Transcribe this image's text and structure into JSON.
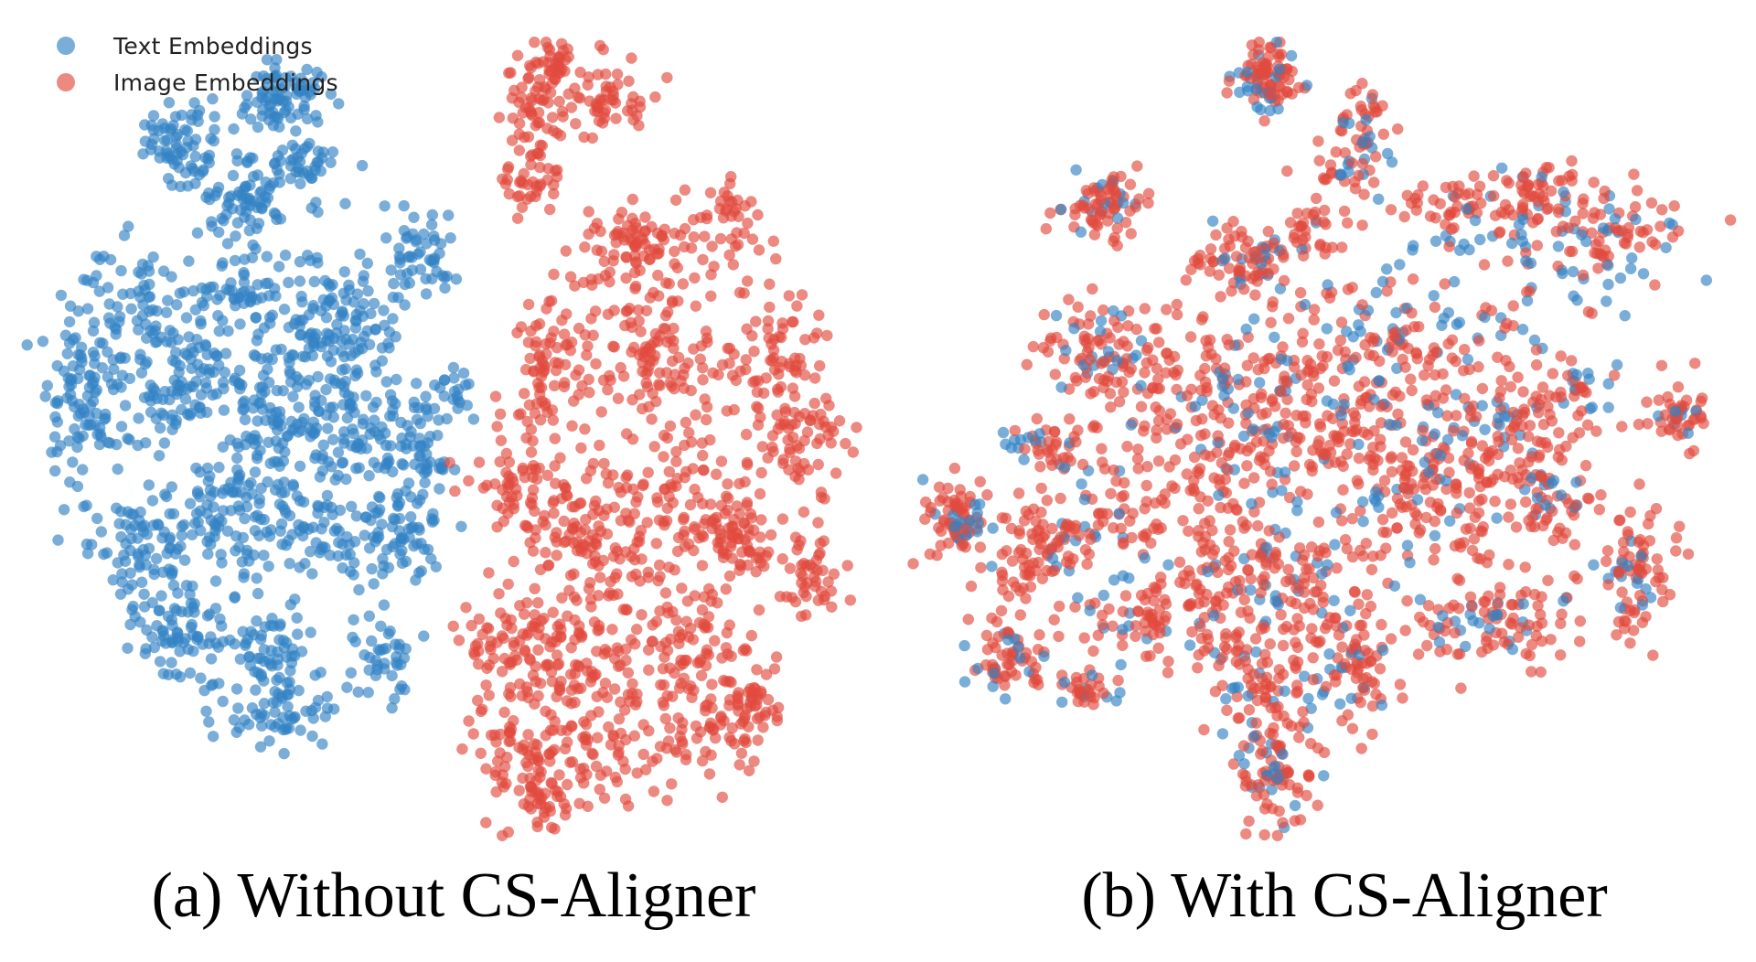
{
  "legend": {
    "items": [
      {
        "label": "Text Embeddings",
        "color": "#3282c4"
      },
      {
        "label": "Image Embeddings",
        "color": "#e24a3e"
      }
    ]
  },
  "captions": {
    "a": "(a) Without CS-Aligner",
    "b": "(b) With CS-Aligner"
  },
  "chart_data": [
    {
      "type": "scatter",
      "title": "(a) Without CS-Aligner",
      "xlabel": "",
      "ylabel": "",
      "axes_visible": false,
      "grid": false,
      "legend_position": "top-left",
      "point_alpha": 0.65,
      "series": [
        {
          "name": "Text Embeddings",
          "color": "#3282c4",
          "clusters": [
            {
              "cx": 200,
              "cy": 160,
              "sx": 20,
              "sy": 26,
              "n": 70
            },
            {
              "cx": 310,
              "cy": 110,
              "sx": 26,
              "sy": 22,
              "n": 80
            },
            {
              "cx": 265,
              "cy": 220,
              "sx": 24,
              "sy": 20,
              "n": 70
            },
            {
              "cx": 340,
              "cy": 185,
              "sx": 22,
              "sy": 18,
              "n": 40
            },
            {
              "cx": 460,
              "cy": 280,
              "sx": 20,
              "sy": 26,
              "n": 55
            },
            {
              "cx": 85,
              "cy": 430,
              "sx": 22,
              "sy": 46,
              "n": 90
            },
            {
              "cx": 140,
              "cy": 330,
              "sx": 28,
              "sy": 30,
              "n": 55
            },
            {
              "cx": 270,
              "cy": 320,
              "sx": 40,
              "sy": 34,
              "n": 90
            },
            {
              "cx": 370,
              "cy": 360,
              "sx": 34,
              "sy": 30,
              "n": 80
            },
            {
              "cx": 180,
              "cy": 420,
              "sx": 44,
              "sy": 40,
              "n": 110
            },
            {
              "cx": 310,
              "cy": 450,
              "sx": 50,
              "sy": 48,
              "n": 160
            },
            {
              "cx": 420,
              "cy": 470,
              "sx": 34,
              "sy": 44,
              "n": 90
            },
            {
              "cx": 155,
              "cy": 605,
              "sx": 26,
              "sy": 30,
              "n": 75
            },
            {
              "cx": 250,
              "cy": 560,
              "sx": 40,
              "sy": 40,
              "n": 110
            },
            {
              "cx": 360,
              "cy": 580,
              "sx": 34,
              "sy": 36,
              "n": 80
            },
            {
              "cx": 440,
              "cy": 580,
              "sx": 24,
              "sy": 26,
              "n": 50
            },
            {
              "cx": 195,
              "cy": 695,
              "sx": 26,
              "sy": 22,
              "n": 70
            },
            {
              "cx": 290,
              "cy": 705,
              "sx": 20,
              "sy": 20,
              "n": 45
            },
            {
              "cx": 300,
              "cy": 770,
              "sx": 36,
              "sy": 30,
              "n": 75
            },
            {
              "cx": 420,
              "cy": 720,
              "sx": 18,
              "sy": 22,
              "n": 40
            },
            {
              "cx": 500,
              "cy": 425,
              "sx": 10,
              "sy": 12,
              "n": 20
            },
            {
              "cx": 465,
              "cy": 505,
              "sx": 16,
              "sy": 18,
              "n": 30
            }
          ]
        },
        {
          "name": "Image Embeddings",
          "color": "#e24a3e",
          "clusters": [
            {
              "cx": 580,
              "cy": 120,
              "sx": 18,
              "sy": 24,
              "n": 50
            },
            {
              "cx": 605,
              "cy": 70,
              "sx": 12,
              "sy": 14,
              "n": 30
            },
            {
              "cx": 670,
              "cy": 110,
              "sx": 26,
              "sy": 26,
              "n": 55
            },
            {
              "cx": 580,
              "cy": 195,
              "sx": 22,
              "sy": 20,
              "n": 40
            },
            {
              "cx": 690,
              "cy": 265,
              "sx": 30,
              "sy": 22,
              "n": 65
            },
            {
              "cx": 790,
              "cy": 250,
              "sx": 20,
              "sy": 26,
              "n": 50
            },
            {
              "cx": 600,
              "cy": 390,
              "sx": 26,
              "sy": 48,
              "n": 80
            },
            {
              "cx": 720,
              "cy": 380,
              "sx": 46,
              "sy": 50,
              "n": 130
            },
            {
              "cx": 850,
              "cy": 390,
              "sx": 26,
              "sy": 42,
              "n": 70
            },
            {
              "cx": 880,
              "cy": 480,
              "sx": 22,
              "sy": 28,
              "n": 60
            },
            {
              "cx": 560,
              "cy": 540,
              "sx": 22,
              "sy": 40,
              "n": 60
            },
            {
              "cx": 650,
              "cy": 570,
              "sx": 38,
              "sy": 40,
              "n": 110
            },
            {
              "cx": 760,
              "cy": 560,
              "sx": 40,
              "sy": 46,
              "n": 110
            },
            {
              "cx": 810,
              "cy": 590,
              "sx": 18,
              "sy": 20,
              "n": 40
            },
            {
              "cx": 885,
              "cy": 630,
              "sx": 16,
              "sy": 22,
              "n": 45
            },
            {
              "cx": 540,
              "cy": 700,
              "sx": 20,
              "sy": 22,
              "n": 35
            },
            {
              "cx": 620,
              "cy": 700,
              "sx": 40,
              "sy": 44,
              "n": 110
            },
            {
              "cx": 760,
              "cy": 710,
              "sx": 34,
              "sy": 36,
              "n": 80
            },
            {
              "cx": 820,
              "cy": 770,
              "sx": 20,
              "sy": 30,
              "n": 55
            },
            {
              "cx": 570,
              "cy": 810,
              "sx": 30,
              "sy": 46,
              "n": 90
            },
            {
              "cx": 660,
              "cy": 820,
              "sx": 34,
              "sy": 34,
              "n": 70
            },
            {
              "cx": 760,
              "cy": 800,
              "sx": 26,
              "sy": 26,
              "n": 50
            },
            {
              "cx": 590,
              "cy": 875,
              "sx": 14,
              "sy": 12,
              "n": 30
            }
          ]
        }
      ]
    },
    {
      "type": "scatter",
      "title": "(b) With CS-Aligner",
      "xlabel": "",
      "ylabel": "",
      "axes_visible": false,
      "grid": false,
      "point_alpha": 0.65,
      "series": [
        {
          "name": "Text Embeddings",
          "color": "#3282c4",
          "clusters": [
            {
              "cx": 1385,
              "cy": 85,
              "sx": 18,
              "sy": 18,
              "n": 22
            },
            {
              "cx": 1205,
              "cy": 225,
              "sx": 18,
              "sy": 16,
              "n": 14
            },
            {
              "cx": 1490,
              "cy": 150,
              "sx": 18,
              "sy": 30,
              "n": 18
            },
            {
              "cx": 1360,
              "cy": 290,
              "sx": 20,
              "sy": 18,
              "n": 16
            },
            {
              "cx": 1675,
              "cy": 235,
              "sx": 60,
              "sy": 30,
              "n": 30
            },
            {
              "cx": 1205,
              "cy": 385,
              "sx": 28,
              "sy": 22,
              "n": 20
            },
            {
              "cx": 1540,
              "cy": 330,
              "sx": 80,
              "sy": 45,
              "n": 40
            },
            {
              "cx": 1760,
              "cy": 280,
              "sx": 55,
              "sy": 30,
              "n": 22
            },
            {
              "cx": 1350,
              "cy": 460,
              "sx": 50,
              "sy": 40,
              "n": 30
            },
            {
              "cx": 1480,
              "cy": 420,
              "sx": 60,
              "sy": 40,
              "n": 35
            },
            {
              "cx": 1620,
              "cy": 480,
              "sx": 55,
              "sy": 45,
              "n": 30
            },
            {
              "cx": 1730,
              "cy": 420,
              "sx": 20,
              "sy": 30,
              "n": 12
            },
            {
              "cx": 1110,
              "cy": 485,
              "sx": 14,
              "sy": 10,
              "n": 10
            },
            {
              "cx": 1045,
              "cy": 565,
              "sx": 18,
              "sy": 16,
              "n": 14
            },
            {
              "cx": 1180,
              "cy": 560,
              "sx": 45,
              "sy": 40,
              "n": 22
            },
            {
              "cx": 1400,
              "cy": 620,
              "sx": 50,
              "sy": 50,
              "n": 40
            },
            {
              "cx": 1540,
              "cy": 540,
              "sx": 30,
              "sy": 30,
              "n": 14
            },
            {
              "cx": 1700,
              "cy": 540,
              "sx": 20,
              "sy": 24,
              "n": 14
            },
            {
              "cx": 1785,
              "cy": 630,
              "sx": 18,
              "sy": 28,
              "n": 14
            },
            {
              "cx": 1105,
              "cy": 715,
              "sx": 18,
              "sy": 24,
              "n": 14
            },
            {
              "cx": 1230,
              "cy": 685,
              "sx": 30,
              "sy": 24,
              "n": 14
            },
            {
              "cx": 1630,
              "cy": 680,
              "sx": 50,
              "sy": 22,
              "n": 24
            },
            {
              "cx": 1380,
              "cy": 745,
              "sx": 28,
              "sy": 24,
              "n": 16
            },
            {
              "cx": 1480,
              "cy": 740,
              "sx": 26,
              "sy": 28,
              "n": 16
            },
            {
              "cx": 1190,
              "cy": 755,
              "sx": 14,
              "sy": 10,
              "n": 8
            },
            {
              "cx": 1395,
              "cy": 845,
              "sx": 20,
              "sy": 28,
              "n": 22
            },
            {
              "cx": 1840,
              "cy": 450,
              "sx": 10,
              "sy": 14,
              "n": 8
            },
            {
              "cx": 1052,
              "cy": 570,
              "sx": 12,
              "sy": 14,
              "n": 8
            }
          ]
        },
        {
          "name": "Image Embeddings",
          "color": "#e24a3e",
          "clusters": [
            {
              "cx": 1385,
              "cy": 85,
              "sx": 20,
              "sy": 20,
              "n": 70
            },
            {
              "cx": 1490,
              "cy": 150,
              "sx": 16,
              "sy": 30,
              "n": 35
            },
            {
              "cx": 1205,
              "cy": 225,
              "sx": 22,
              "sy": 18,
              "n": 60
            },
            {
              "cx": 1450,
              "cy": 190,
              "sx": 20,
              "sy": 16,
              "n": 14
            },
            {
              "cx": 1365,
              "cy": 290,
              "sx": 36,
              "sy": 24,
              "n": 70
            },
            {
              "cx": 1440,
              "cy": 250,
              "sx": 20,
              "sy": 16,
              "n": 25
            },
            {
              "cx": 1585,
              "cy": 225,
              "sx": 40,
              "sy": 20,
              "n": 45
            },
            {
              "cx": 1675,
              "cy": 210,
              "sx": 22,
              "sy": 16,
              "n": 40
            },
            {
              "cx": 1765,
              "cy": 255,
              "sx": 50,
              "sy": 26,
              "n": 70
            },
            {
              "cx": 1205,
              "cy": 385,
              "sx": 34,
              "sy": 26,
              "n": 80
            },
            {
              "cx": 1320,
              "cy": 385,
              "sx": 30,
              "sy": 22,
              "n": 30
            },
            {
              "cx": 1530,
              "cy": 370,
              "sx": 80,
              "sy": 40,
              "n": 110
            },
            {
              "cx": 1410,
              "cy": 420,
              "sx": 40,
              "sy": 24,
              "n": 35
            },
            {
              "cx": 1690,
              "cy": 440,
              "sx": 30,
              "sy": 34,
              "n": 55
            },
            {
              "cx": 1835,
              "cy": 450,
              "sx": 18,
              "sy": 18,
              "n": 40
            },
            {
              "cx": 1150,
              "cy": 485,
              "sx": 20,
              "sy": 14,
              "n": 30
            },
            {
              "cx": 1280,
              "cy": 470,
              "sx": 40,
              "sy": 28,
              "n": 50
            },
            {
              "cx": 1390,
              "cy": 480,
              "sx": 45,
              "sy": 30,
              "n": 60
            },
            {
              "cx": 1500,
              "cy": 460,
              "sx": 50,
              "sy": 30,
              "n": 70
            },
            {
              "cx": 1620,
              "cy": 500,
              "sx": 30,
              "sy": 34,
              "n": 60
            },
            {
              "cx": 1705,
              "cy": 545,
              "sx": 26,
              "sy": 30,
              "n": 50
            },
            {
              "cx": 1045,
              "cy": 565,
              "sx": 18,
              "sy": 22,
              "n": 55
            },
            {
              "cx": 1140,
              "cy": 600,
              "sx": 30,
              "sy": 30,
              "n": 50
            },
            {
              "cx": 1220,
              "cy": 560,
              "sx": 40,
              "sy": 30,
              "n": 50
            },
            {
              "cx": 1340,
              "cy": 575,
              "sx": 40,
              "sy": 40,
              "n": 80
            },
            {
              "cx": 1440,
              "cy": 640,
              "sx": 50,
              "sy": 40,
              "n": 90
            },
            {
              "cx": 1535,
              "cy": 535,
              "sx": 22,
              "sy": 22,
              "n": 40
            },
            {
              "cx": 1590,
              "cy": 580,
              "sx": 26,
              "sy": 20,
              "n": 35
            },
            {
              "cx": 1790,
              "cy": 625,
              "sx": 20,
              "sy": 36,
              "n": 65
            },
            {
              "cx": 1130,
              "cy": 620,
              "sx": 22,
              "sy": 18,
              "n": 25
            },
            {
              "cx": 1110,
              "cy": 710,
              "sx": 22,
              "sy": 28,
              "n": 55
            },
            {
              "cx": 1235,
              "cy": 680,
              "sx": 26,
              "sy": 20,
              "n": 40
            },
            {
              "cx": 1330,
              "cy": 690,
              "sx": 30,
              "sy": 20,
              "n": 30
            },
            {
              "cx": 1630,
              "cy": 680,
              "sx": 52,
              "sy": 26,
              "n": 80
            },
            {
              "cx": 1385,
              "cy": 745,
              "sx": 28,
              "sy": 26,
              "n": 55
            },
            {
              "cx": 1480,
              "cy": 740,
              "sx": 24,
              "sy": 30,
              "n": 55
            },
            {
              "cx": 1190,
              "cy": 755,
              "sx": 14,
              "sy": 12,
              "n": 25
            },
            {
              "cx": 1395,
              "cy": 845,
              "sx": 24,
              "sy": 30,
              "n": 70
            },
            {
              "cx": 1320,
              "cy": 650,
              "sx": 30,
              "sy": 20,
              "n": 25
            }
          ]
        }
      ]
    }
  ]
}
